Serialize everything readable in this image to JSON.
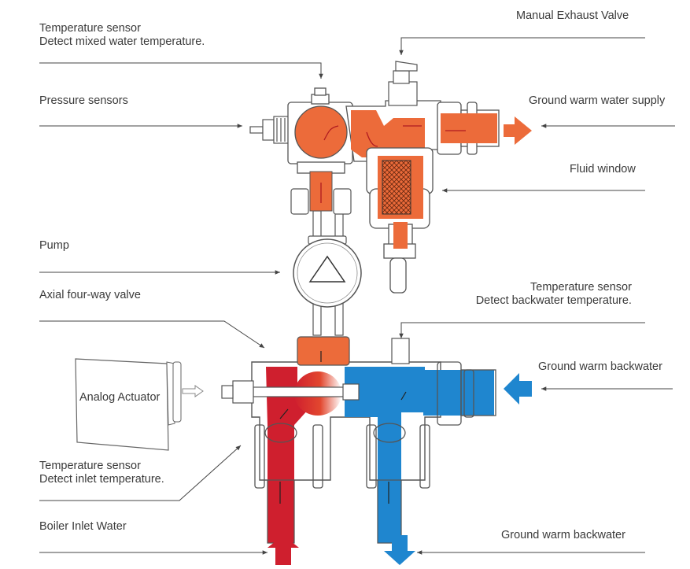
{
  "labels": {
    "temp_sensor_mixed": {
      "line1": "Temperature sensor",
      "line2": "Detect mixed water temperature."
    },
    "manual_exhaust_valve": "Manual Exhaust Valve",
    "pressure_sensors": "Pressure sensors",
    "ground_warm_water_supply": "Ground warm water supply",
    "fluid_window": "Fluid window",
    "pump": "Pump",
    "temp_sensor_backwater": {
      "line1": "Temperature sensor",
      "line2": "Detect backwater temperature."
    },
    "axial_four_way_valve": "Axial four-way valve",
    "ground_warm_backwater_right": "Ground warm backwater",
    "analog_actuator": "Analog Actuator",
    "temp_sensor_inlet": {
      "line1": "Temperature sensor",
      "line2": "Detect inlet temperature."
    },
    "boiler_inlet_water": "Boiler Inlet Water",
    "ground_warm_backwater_bottom": "Ground warm backwater"
  },
  "colors": {
    "hot": "#cf1f2e",
    "mixed": "#ec6b3a",
    "cold": "#1f86cf",
    "outline": "#555555",
    "leader": "#444444"
  }
}
